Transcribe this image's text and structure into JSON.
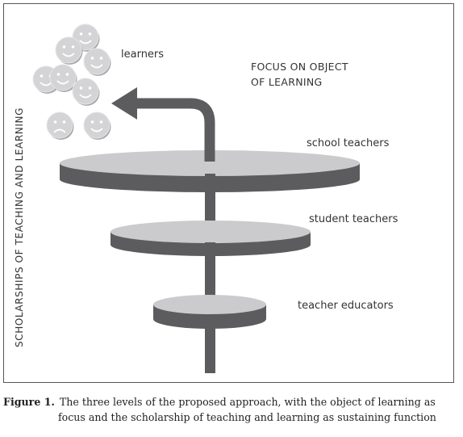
{
  "labels": {
    "learners": "learners",
    "focus_line1": "FOCUS ON OBJECT",
    "focus_line2": "OF LEARNING",
    "vertical": "SCHOLARSHIPS OF TEACHING AND LEARNING",
    "school_teachers": "school teachers",
    "student_teachers": "student teachers",
    "teacher_educators": "teacher educators"
  },
  "faces": [
    {
      "mood": "happy"
    },
    {
      "mood": "happy"
    },
    {
      "mood": "happy"
    },
    {
      "mood": "happy"
    },
    {
      "mood": "happy"
    },
    {
      "mood": "happy"
    },
    {
      "mood": "sad"
    },
    {
      "mood": "happy"
    }
  ],
  "caption": {
    "lead": "Figure 1.",
    "line1": "The three levels of the proposed approach, with the object of learning as",
    "line2": "focus and the scholarship of teaching and learning as sustaining function"
  },
  "colors": {
    "dark": "#5c5c5f",
    "light": "#cbcbce",
    "face": "#d4d4d6",
    "face_shadow": "#a9a9ac"
  }
}
